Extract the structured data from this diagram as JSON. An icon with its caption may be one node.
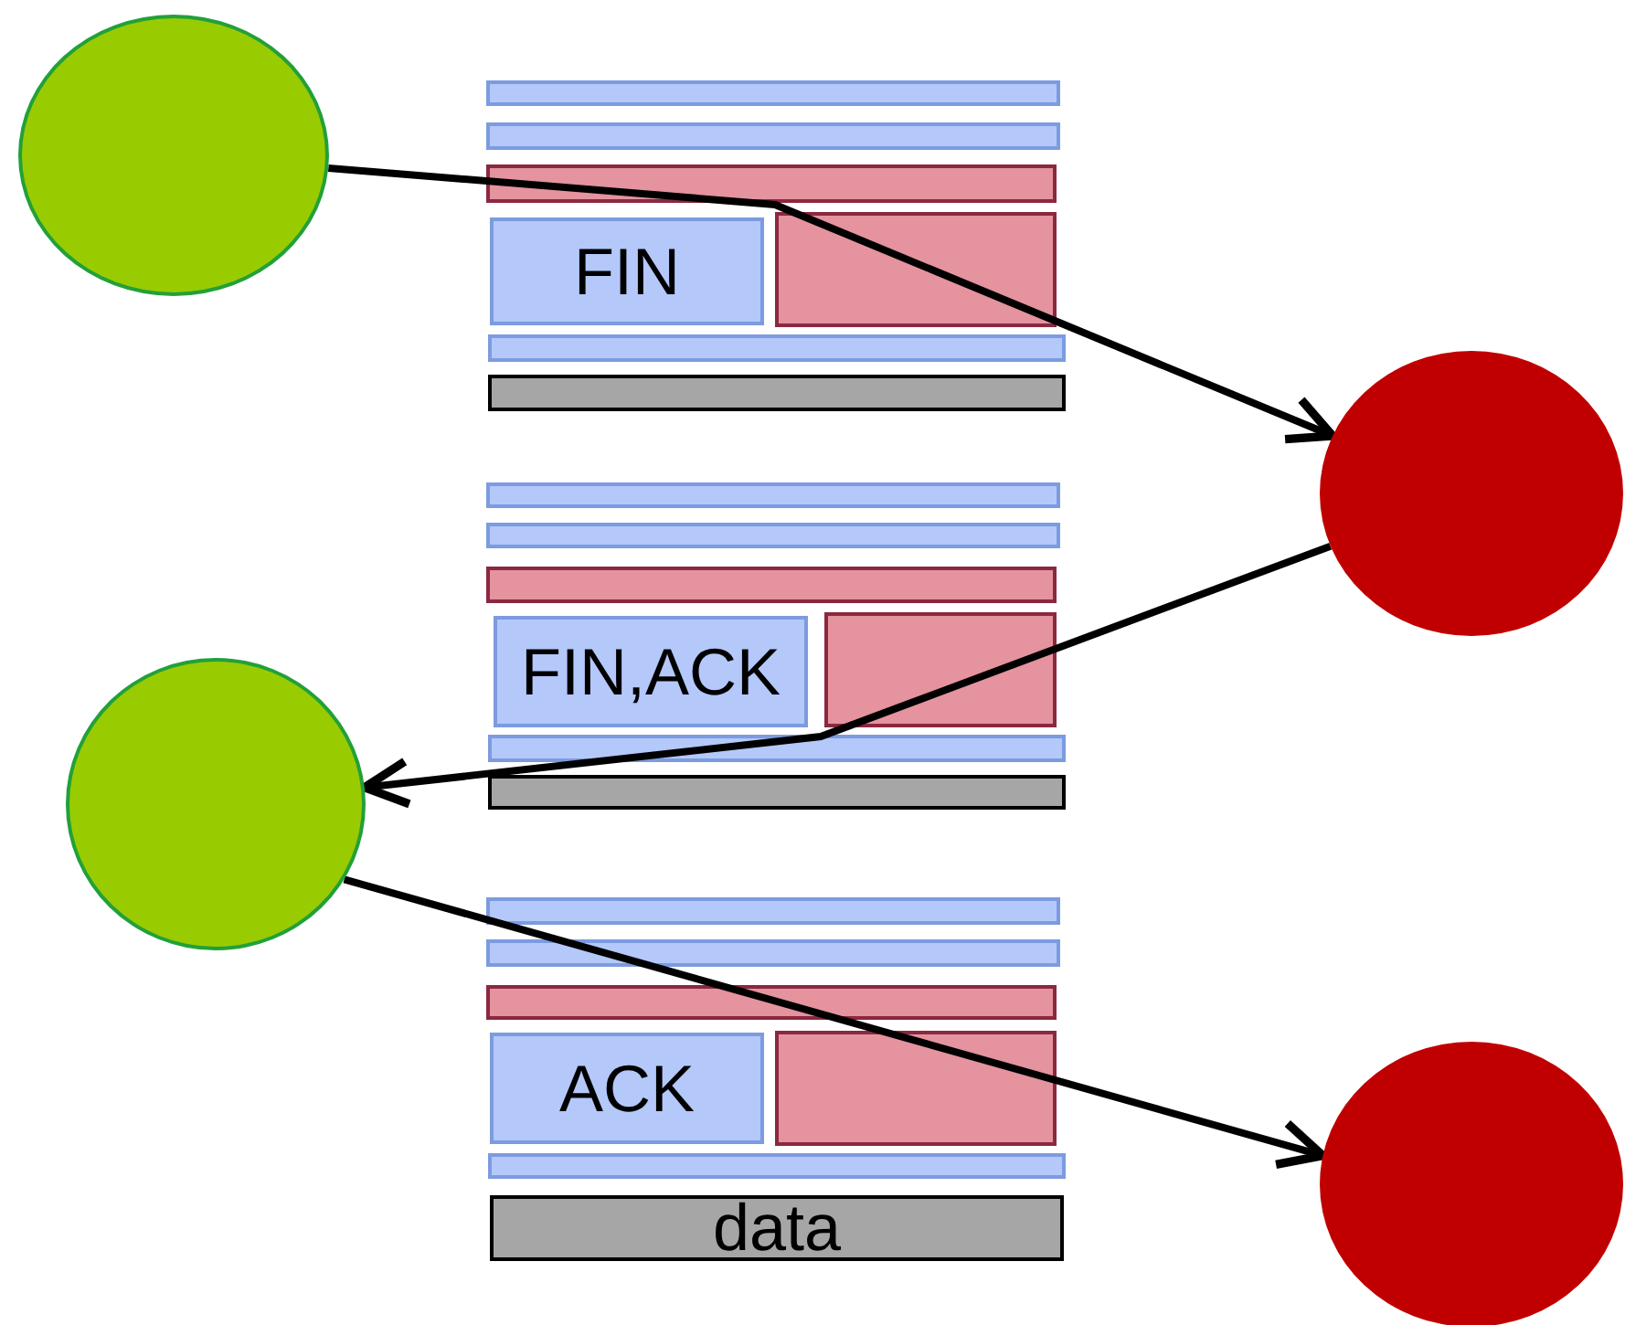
{
  "diagram": {
    "nodes": [
      {
        "text": [],
        "shape": "circle"
      },
      {
        "text": [
          "FIN"
        ]
      },
      {
        "text": [],
        "shape": "circle"
      },
      {
        "text": [
          "FIN,ACK"
        ]
      },
      {
        "text": [],
        "shape": "circle"
      },
      {
        "text": [
          "ACK"
        ]
      },
      {
        "text": [],
        "shape": "circle"
      },
      {
        "text": [
          "data"
        ]
      }
    ],
    "edges": [
      {
        "from": 0,
        "to": 2,
        "arrow": "to"
      },
      {
        "from": 2,
        "to": 4,
        "arrow": "to"
      },
      {
        "from": 4,
        "to": 6,
        "arrow": "to"
      }
    ]
  }
}
